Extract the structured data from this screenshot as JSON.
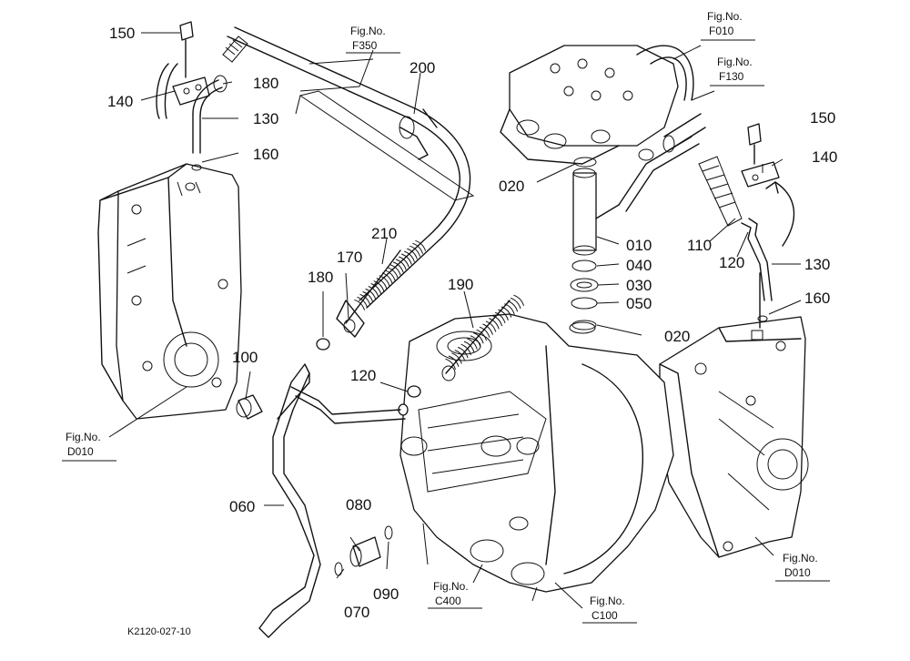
{
  "drawing_code": "K2120-027-10",
  "part_labels": {
    "p150a": "150",
    "p140a": "140",
    "p180a": "180",
    "p130a": "130",
    "p160a": "160",
    "p200": "200",
    "p210": "210",
    "p170": "170",
    "p180b": "180",
    "p190": "190",
    "p120a": "120",
    "p100": "100",
    "p060": "060",
    "p080": "080",
    "p070": "070",
    "p090": "090",
    "p020a": "020",
    "p010": "010",
    "p040": "040",
    "p030": "030",
    "p050": "050",
    "p020b": "020",
    "p110": "110",
    "p120b": "120",
    "p150b": "150",
    "p140b": "140",
    "p130b": "130",
    "p160b": "160"
  },
  "figure_refs": {
    "f350": {
      "title": "Fig.No.",
      "code": "F350"
    },
    "f010": {
      "title": "Fig.No.",
      "code": "F010"
    },
    "f130": {
      "title": "Fig.No.",
      "code": "F130"
    },
    "d010_left": {
      "title": "Fig.No.",
      "code": "D010"
    },
    "c400": {
      "title": "Fig.No.",
      "code": "C400"
    },
    "c100": {
      "title": "Fig.No.",
      "code": "C100"
    },
    "d010_right": {
      "title": "Fig.No.",
      "code": "D010"
    }
  }
}
